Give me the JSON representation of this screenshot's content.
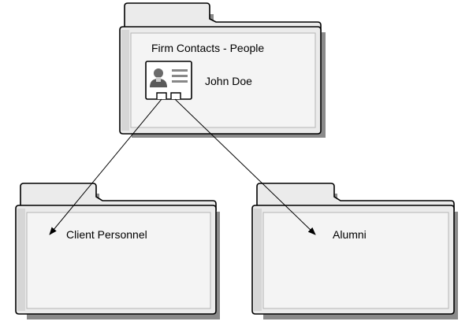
{
  "top_folder": {
    "title": "Firm Contacts - People",
    "contact": {
      "name": "John Doe",
      "icon": "contact-card-icon"
    }
  },
  "child_folders": [
    {
      "label": "Client Personnel"
    },
    {
      "label": "Alumni"
    }
  ],
  "colors": {
    "folder_fill": "#ebebeb",
    "folder_inner": "#f4f4f4",
    "folder_outline": "#000000",
    "folder_shadow": "#8a8a8a",
    "connector": "#000000"
  }
}
